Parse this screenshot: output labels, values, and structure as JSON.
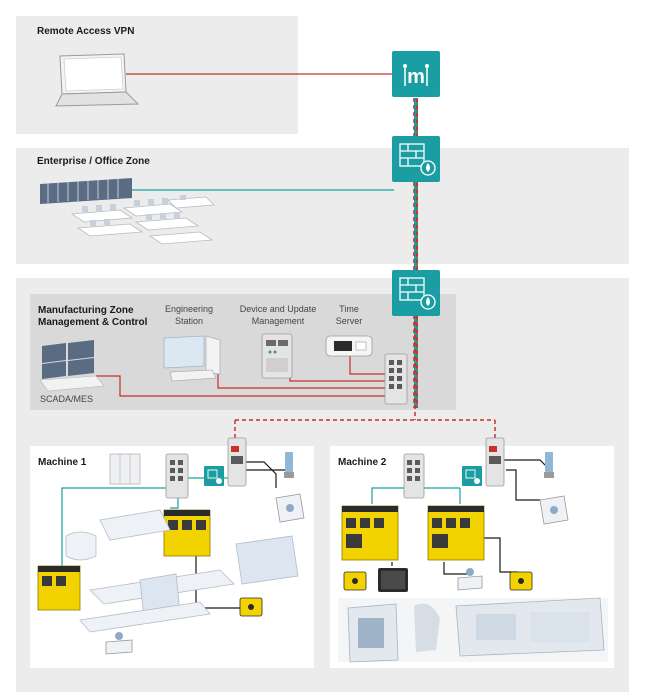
{
  "zones": {
    "remote_access": "Remote Access VPN",
    "enterprise": "Enterprise / Office Zone",
    "manufacturing_line1": "Manufacturing Zone",
    "manufacturing_line2": "Management & Control",
    "machine1": "Machine 1",
    "machine2": "Machine 2"
  },
  "labels": {
    "engineering_line1": "Engineering",
    "engineering_line2": "Station",
    "device_line1": "Device and Update",
    "device_line2": "Management",
    "time_line1": "Time",
    "time_line2": "Server",
    "scada": "SCADA/MES"
  },
  "icons": [
    "laptop-icon",
    "vpn-router-icon",
    "firewall-icon",
    "server-rack-icon",
    "office-desks-icon",
    "monitor-wall-icon",
    "workstation-icon",
    "gateway-device-icon",
    "time-server-icon",
    "network-switch-icon",
    "safety-controller-icon",
    "signal-tower-icon",
    "safety-switch-icon",
    "production-line-icon",
    "cnc-machine-icon"
  ],
  "colors": {
    "teal": "#16a2a0",
    "red": "#c8302a",
    "zone_bg": "#ececec",
    "inner_bg": "#d9d9d9",
    "safety_yellow": "#f2d300"
  }
}
